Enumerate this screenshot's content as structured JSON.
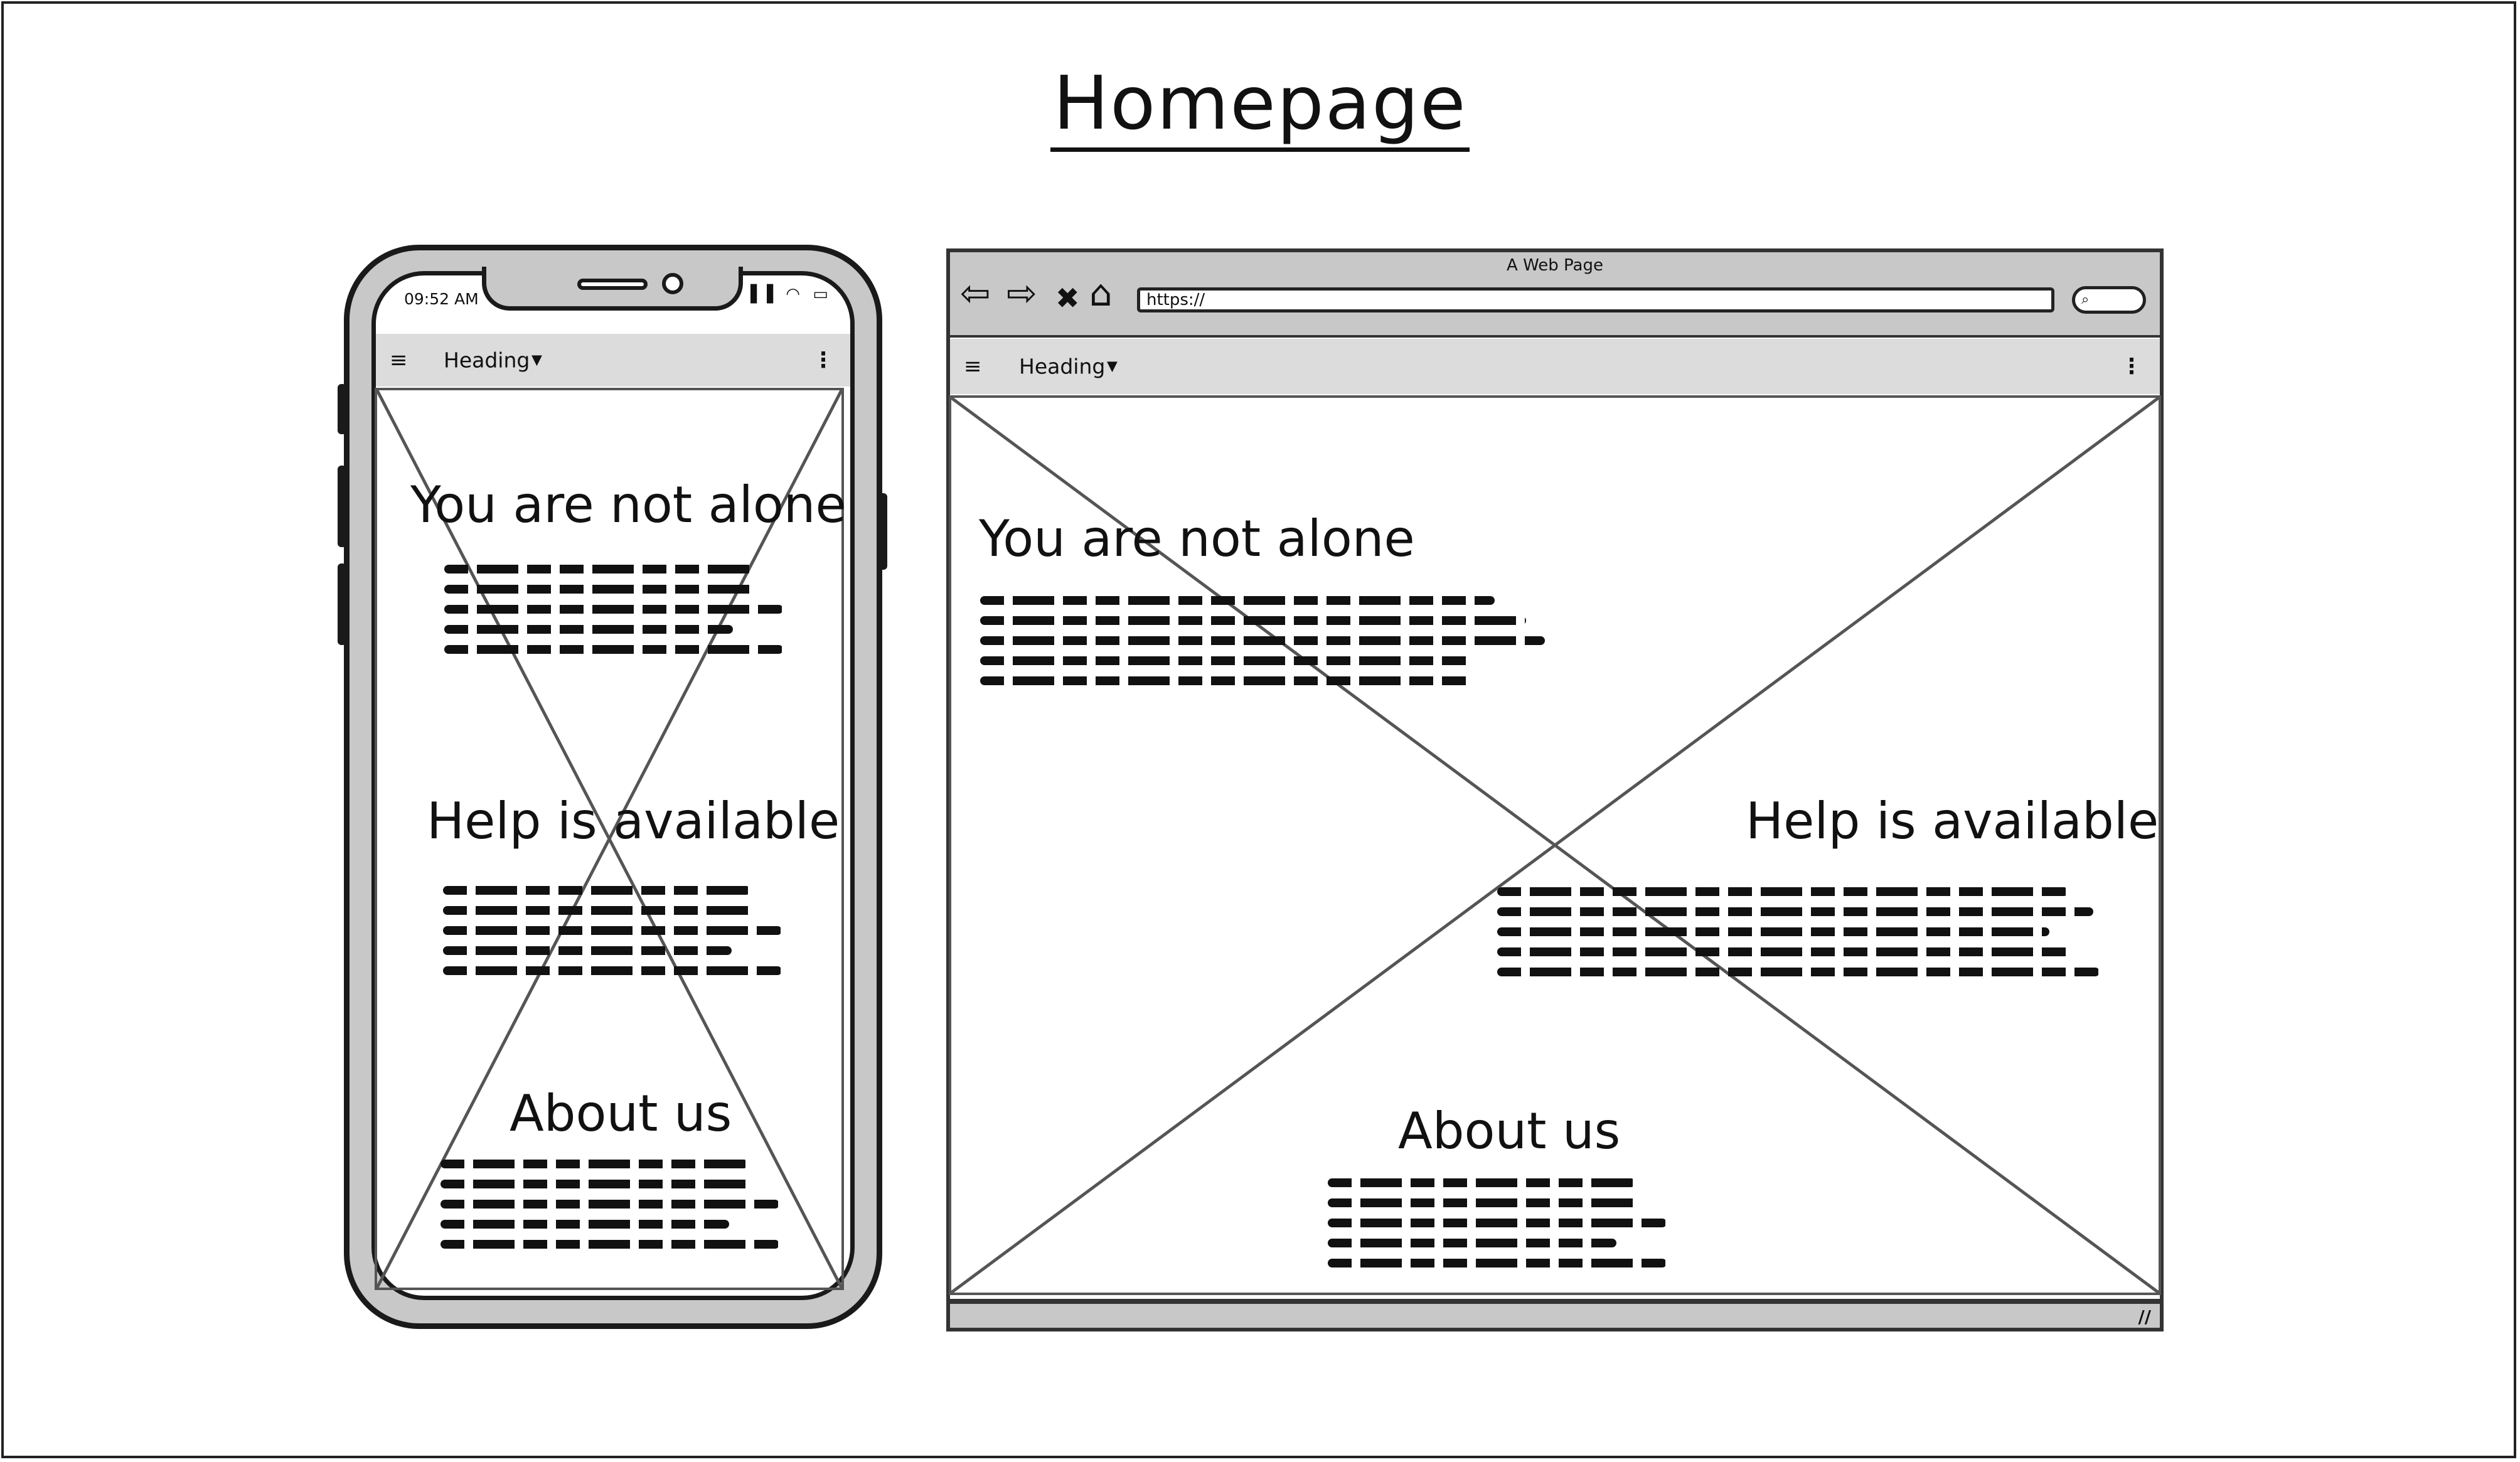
{
  "page": {
    "title": "Homepage"
  },
  "phone": {
    "status_time": "09:52 AM",
    "status_icons": "▐▐ ◠ ▭",
    "appbar": {
      "menu_glyph": "≡",
      "heading": "Heading",
      "caret": "▼",
      "more_glyph": "⋮"
    },
    "sections": {
      "section_1_title": "You are not alone",
      "section_2_title": "Help is available",
      "section_3_title": "About us"
    }
  },
  "browser": {
    "window_title": "A Web Page",
    "nav": {
      "back": "⇦",
      "forward": "⇨",
      "stop": "✖",
      "home": "⌂"
    },
    "url": "https://",
    "search_glyph": "⌕",
    "appbar": {
      "menu_glyph": "≡",
      "heading": "Heading",
      "caret": "▼",
      "more_glyph": "⋮"
    },
    "sections": {
      "section_1_title": "You are not alone",
      "section_2_title": "Help is available",
      "section_3_title": "About us"
    },
    "resize_glyph": "//"
  },
  "colors": {
    "chrome_gray": "#c8c8c8",
    "appbar_gray": "#dcdcdc",
    "ink": "#111111",
    "placeholder_line": "#555555"
  },
  "icons": [
    "menu-icon",
    "caret-down-icon",
    "kebab-icon",
    "back-icon",
    "forward-icon",
    "stop-icon",
    "home-icon",
    "search-icon",
    "resize-grip-icon",
    "signal-icon",
    "wifi-icon",
    "battery-icon"
  ]
}
